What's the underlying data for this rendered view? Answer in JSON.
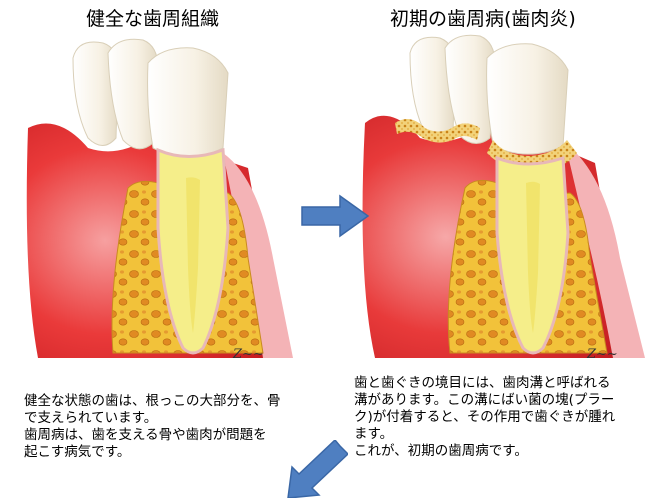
{
  "titles": {
    "left": "健全な歯周組織",
    "right": "初期の歯周病(歯肉炎)"
  },
  "captions": {
    "left": [
      "健全な状態の歯は、根っこの大部分を、骨",
      "で支えられています。",
      "歯周病は、歯を支える骨や歯肉が問題を",
      "起こす病気です。"
    ],
    "right": [
      "歯と歯ぐきの境目には、歯肉溝と呼ばれる",
      "溝があります。この溝にばい菌の塊(プラー",
      "ク)が付着すると、その作用で歯ぐきが腫れ",
      "ます。",
      "これが、初期の歯周病です。"
    ]
  },
  "colors": {
    "arrow": "#4f7fc1",
    "gum": "#e8262c",
    "bone": "#f2c23a",
    "enamel": "#fbf8f0",
    "pulp": "#f5ef8a",
    "plaque": "#e0a640"
  },
  "icons": {
    "arrow_right": "right-arrow-icon",
    "arrow_down": "down-left-arrow-icon"
  }
}
